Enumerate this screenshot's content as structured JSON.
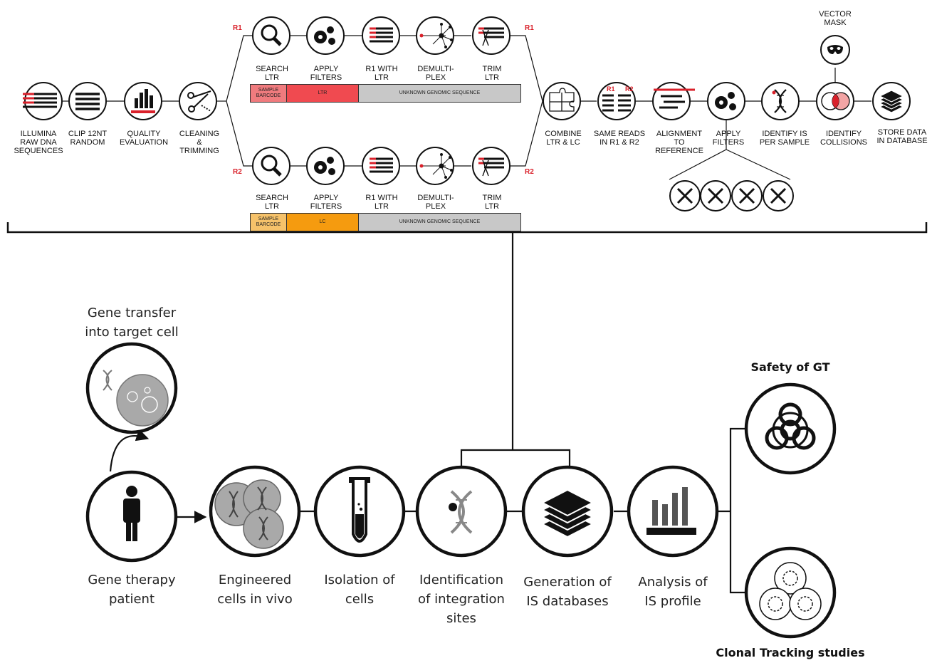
{
  "pipeline": {
    "top_labels": {
      "illumina": "ILLUMINA\nRAW DNA\nSEQUENCES",
      "clip": "CLIP 12NT\nRANDOM",
      "quality": "QUALITY\nEVALUATION",
      "cleaning": "CLEANING\n&\nTRIMMING",
      "combine": "COMBINE\nLTR & LC",
      "same_reads": "SAME READS\nIN R1 & R2",
      "alignment": "ALIGNMENT\nTO\nREFERENCE",
      "apply_filters_main": "APPLY\nFILTERS",
      "identify_is": "IDENTIFY IS\nPER SAMPLE",
      "identify_collisions": "IDENTIFY\nCOLLISIONS",
      "store": "STORE DATA\nIN DATABASE",
      "vector_mask": "VECTOR\nMASK"
    },
    "r1": {
      "tag_left": "R1",
      "tag_right": "R1",
      "steps": [
        "SEARCH\nLTR",
        "APPLY\nFILTERS",
        "R1 WITH\nLTR",
        "DEMULTI-\nPLEX",
        "TRIM\nLTR"
      ],
      "bar": {
        "barcode": "SAMPLE\nBARCODE",
        "segment": "LTR",
        "genomic": "UNKNOWN  GENOMIC  SEQUENCE"
      }
    },
    "r2": {
      "tag_left": "R2",
      "tag_right": "R2",
      "steps": [
        "SEARCH\nLTR",
        "APPLY\nFILTERS",
        "R1 WITH\nLTR",
        "DEMULTI-\nPLEX",
        "TRIM\nLTR"
      ],
      "bar": {
        "barcode": "SAMPLE\nBARCODE",
        "segment": "LC",
        "genomic": "UNKNOWN  GENOMIC  SEQUENCE"
      }
    },
    "read_tags": {
      "r1": "R1",
      "r2": "R2"
    }
  },
  "workflow": {
    "gene_transfer": "Gene transfer\ninto target cell",
    "steps": [
      "Gene therapy\npatient",
      "Engineered\ncells in vivo",
      "Isolation of\ncells",
      "Identification\nof integration\nsites",
      "Generation of\nIS databases",
      "Analysis of\nIS profile"
    ],
    "outcomes": {
      "safety": "Safety of GT",
      "clonal": "Clonal Tracking studies"
    }
  },
  "colors": {
    "red": "#d9202a",
    "ltr_pink": "#f07b7e",
    "ltr_red": "#f04a50",
    "lc_light": "#f6c26a",
    "lc_orange": "#f59b0f",
    "grey_bar": "#c8c8c8"
  },
  "icons": [
    "magnifier-icon",
    "gears-icon",
    "reads-icon",
    "demultiplex-icon",
    "scissors-icon",
    "puzzle-icon",
    "alignment-icon",
    "dna-icon",
    "venn-icon",
    "layers-icon",
    "mask-icon",
    "tools-icon",
    "person-icon",
    "test-tube-icon",
    "bar-chart-icon",
    "biohazard-icon",
    "cells-icon"
  ]
}
